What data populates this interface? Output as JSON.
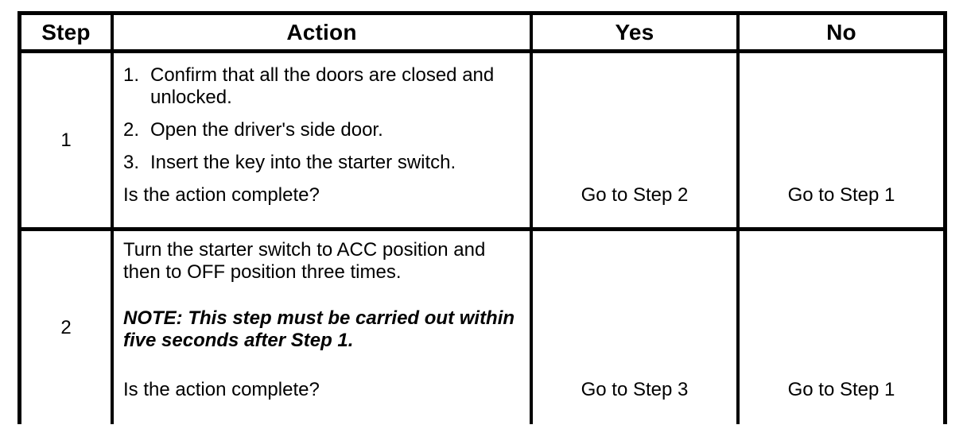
{
  "table": {
    "headers": {
      "step": "Step",
      "action": "Action",
      "yes": "Yes",
      "no": "No"
    },
    "rows": [
      {
        "step": "1",
        "action_items": [
          {
            "num": "1.",
            "text": "Confirm that all the doors are closed and unlocked."
          },
          {
            "num": "2.",
            "text": "Open the driver's side door."
          },
          {
            "num": "3.",
            "text": "Insert the key into the starter switch."
          }
        ],
        "question": "Is the action complete?",
        "yes": "Go to Step 2",
        "no": "Go to Step 1"
      },
      {
        "step": "2",
        "action_text": "Turn the starter switch to ACC position and then to OFF position three times.",
        "note": "NOTE: This step must be carried out within five seconds after Step 1.",
        "question": "Is the action complete?",
        "yes": "Go to Step 3",
        "no": "Go to Step 1"
      }
    ]
  }
}
